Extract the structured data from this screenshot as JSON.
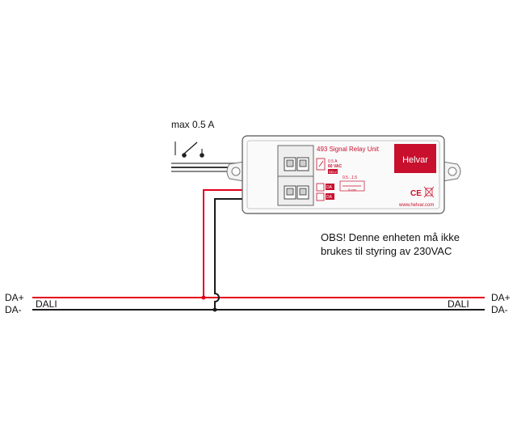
{
  "switch": {
    "rating": "max 0.5 A"
  },
  "device": {
    "model": "493 Signal Relay Unit",
    "brand": "Helvar",
    "relay_rating_1": "0.5 A",
    "relay_rating_2": "60 VAC",
    "relay_mark": "SELV",
    "da_label_1": "DA",
    "da_label_2": "DA",
    "wire_spec": "0.5...1.5",
    "strip_length": "5 mm",
    "ce_mark": "CE",
    "website": "www.helvar.com"
  },
  "note": {
    "line1": "OBS! Denne enheten må ikke",
    "line2": "brukes til styring av 230VAC"
  },
  "bus": {
    "left_plus": "DA+",
    "left_minus": "DA-",
    "right_plus": "DA+",
    "right_minus": "DA-",
    "left_label": "DALI",
    "right_label": "DALI"
  },
  "colors": {
    "brand": "#c8102e",
    "da_plus_wire": "#e3001b",
    "da_minus_wire": "#1a1a1a",
    "relay_wire_light": "#8a8a8a",
    "relay_wire_dark": "#3a3a3a"
  }
}
